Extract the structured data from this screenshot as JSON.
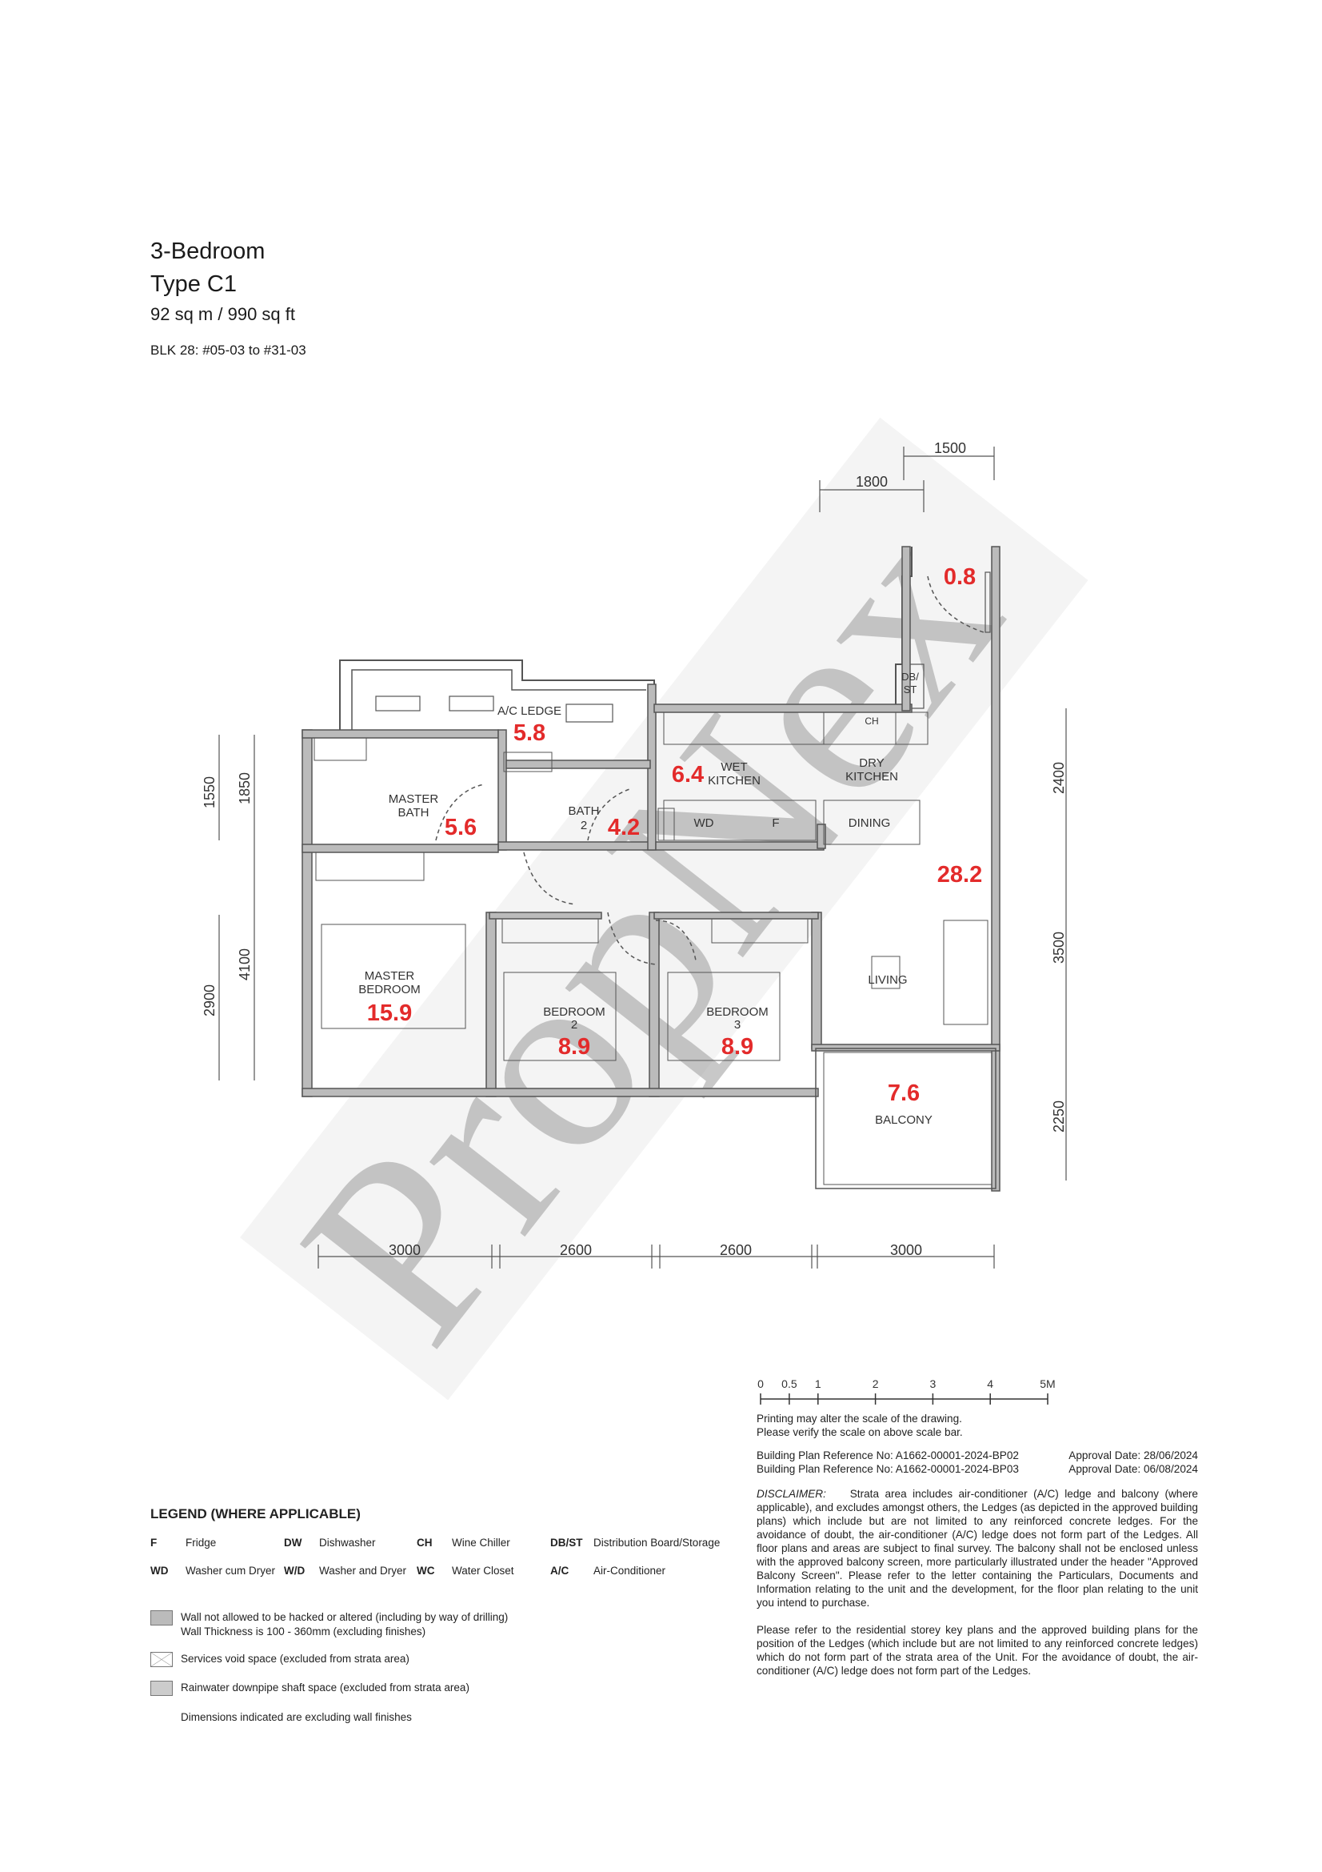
{
  "header": {
    "unit_type": "3-Bedroom",
    "type_code": "Type C1",
    "area": "92 sq m / 990 sq ft",
    "block_units": "BLK 28: #05-03 to #31-03"
  },
  "watermark": "PropNex",
  "floor_plan": {
    "rooms": [
      {
        "name": "A/C LEDGE",
        "area": "5.8"
      },
      {
        "name": "MASTER BATH",
        "area": "5.6"
      },
      {
        "name": "BATH 2",
        "area": "4.2"
      },
      {
        "name": "WET KITCHEN",
        "area": "6.4"
      },
      {
        "name": "DRY KITCHEN",
        "area": ""
      },
      {
        "name": "DINING",
        "area": ""
      },
      {
        "name": "LIVING",
        "area": "28.2"
      },
      {
        "name": "MASTER BEDROOM",
        "area": "15.9"
      },
      {
        "name": "BEDROOM 2",
        "area": "8.9"
      },
      {
        "name": "BEDROOM 3",
        "area": "8.9"
      },
      {
        "name": "BALCONY",
        "area": "7.6"
      },
      {
        "name": "",
        "area": "0.8"
      }
    ],
    "labels": {
      "ac_ledge": "A/C LEDGE",
      "master": "MASTER",
      "bath": "BATH",
      "bath2a": "BATH",
      "bath2b": "2",
      "wet": "WET",
      "kitchen": "KITCHEN",
      "dry": "DRY",
      "kitchen2": "KITCHEN",
      "ch": "CH",
      "db": "DB/",
      "st": "ST",
      "wd": "WD",
      "f": "F",
      "dining": "DINING",
      "living": "LIVING",
      "master_bedroom_a": "MASTER",
      "bedroom": "BEDROOM",
      "bedroom2a": "BEDROOM",
      "bedroom2b": "2",
      "bedroom3a": "BEDROOM",
      "bedroom3b": "3",
      "balcony": "BALCONY"
    },
    "dimensions": {
      "bottom": [
        "3000",
        "2600",
        "2600",
        "3000"
      ],
      "left_inner": [
        "1550",
        "2900"
      ],
      "left_outer": [
        "1850",
        "4100"
      ],
      "right": [
        "2400",
        "3500",
        "2250"
      ],
      "top": [
        "1800",
        "1500"
      ]
    }
  },
  "scale_bar": {
    "ticks": [
      "0",
      "0.5",
      "1",
      "2",
      "3",
      "4",
      "5M"
    ],
    "tick_values_m": [
      0,
      0.5,
      1,
      2,
      3,
      4,
      5
    ],
    "note1": "Printing may alter the scale of the drawing.",
    "note2": "Please verify the scale on above scale bar."
  },
  "references": [
    {
      "ref": "Building Plan Reference No: A1662-00001-2024-BP02",
      "date": "Approval Date: 28/06/2024"
    },
    {
      "ref": "Building Plan Reference No: A1662-00001-2024-BP03",
      "date": "Approval Date: 06/08/2024"
    }
  ],
  "disclaimer": {
    "label": "DISCLAIMER:",
    "text": "Strata area includes air-conditioner (A/C) ledge and balcony (where applicable), and excludes amongst others, the Ledges (as depicted in the approved building plans) which include but are not limited to any reinforced concrete ledges. For the avoidance of doubt, the air-conditioner (A/C) ledge does not form part of the Ledges. All floor plans and areas are subject to final survey. The balcony shall not be enclosed unless with the approved balcony screen, more particularly illustrated under the header \"Approved Balcony Screen\". Please refer to the letter containing the Particulars, Documents and Information relating to the unit and the development, for the floor plan relating to the unit you intend to purchase.",
    "para2": "Please refer to the residential storey key plans and the approved building plans for the position of the Ledges (which include but are not limited to any reinforced concrete ledges) which do not form part of the strata area of the Unit. For the avoidance of doubt, the air-conditioner (A/C) ledge does not form part of the Ledges."
  },
  "legend": {
    "title": "LEGEND (WHERE APPLICABLE)",
    "items": [
      {
        "code": "F",
        "desc": "Fridge"
      },
      {
        "code": "DW",
        "desc": "Dishwasher"
      },
      {
        "code": "CH",
        "desc": "Wine Chiller"
      },
      {
        "code": "DB/ST",
        "desc": "Distribution Board/Storage"
      },
      {
        "code": "WD",
        "desc": "Washer cum Dryer"
      },
      {
        "code": "W/D",
        "desc": "Washer and Dryer"
      },
      {
        "code": "WC",
        "desc": "Water Closet"
      },
      {
        "code": "A/C",
        "desc": "Air-Conditioner"
      }
    ],
    "wall_line1": "Wall not allowed to be hacked or altered (including by way of drilling)",
    "wall_line2": "Wall Thickness is 100 - 360mm (excluding finishes)",
    "void": "Services void space (excluded from strata area)",
    "rainwater": "Rainwater downpipe shaft space (excluded from strata area)",
    "dimensions_note": "Dimensions indicated are excluding wall finishes"
  }
}
